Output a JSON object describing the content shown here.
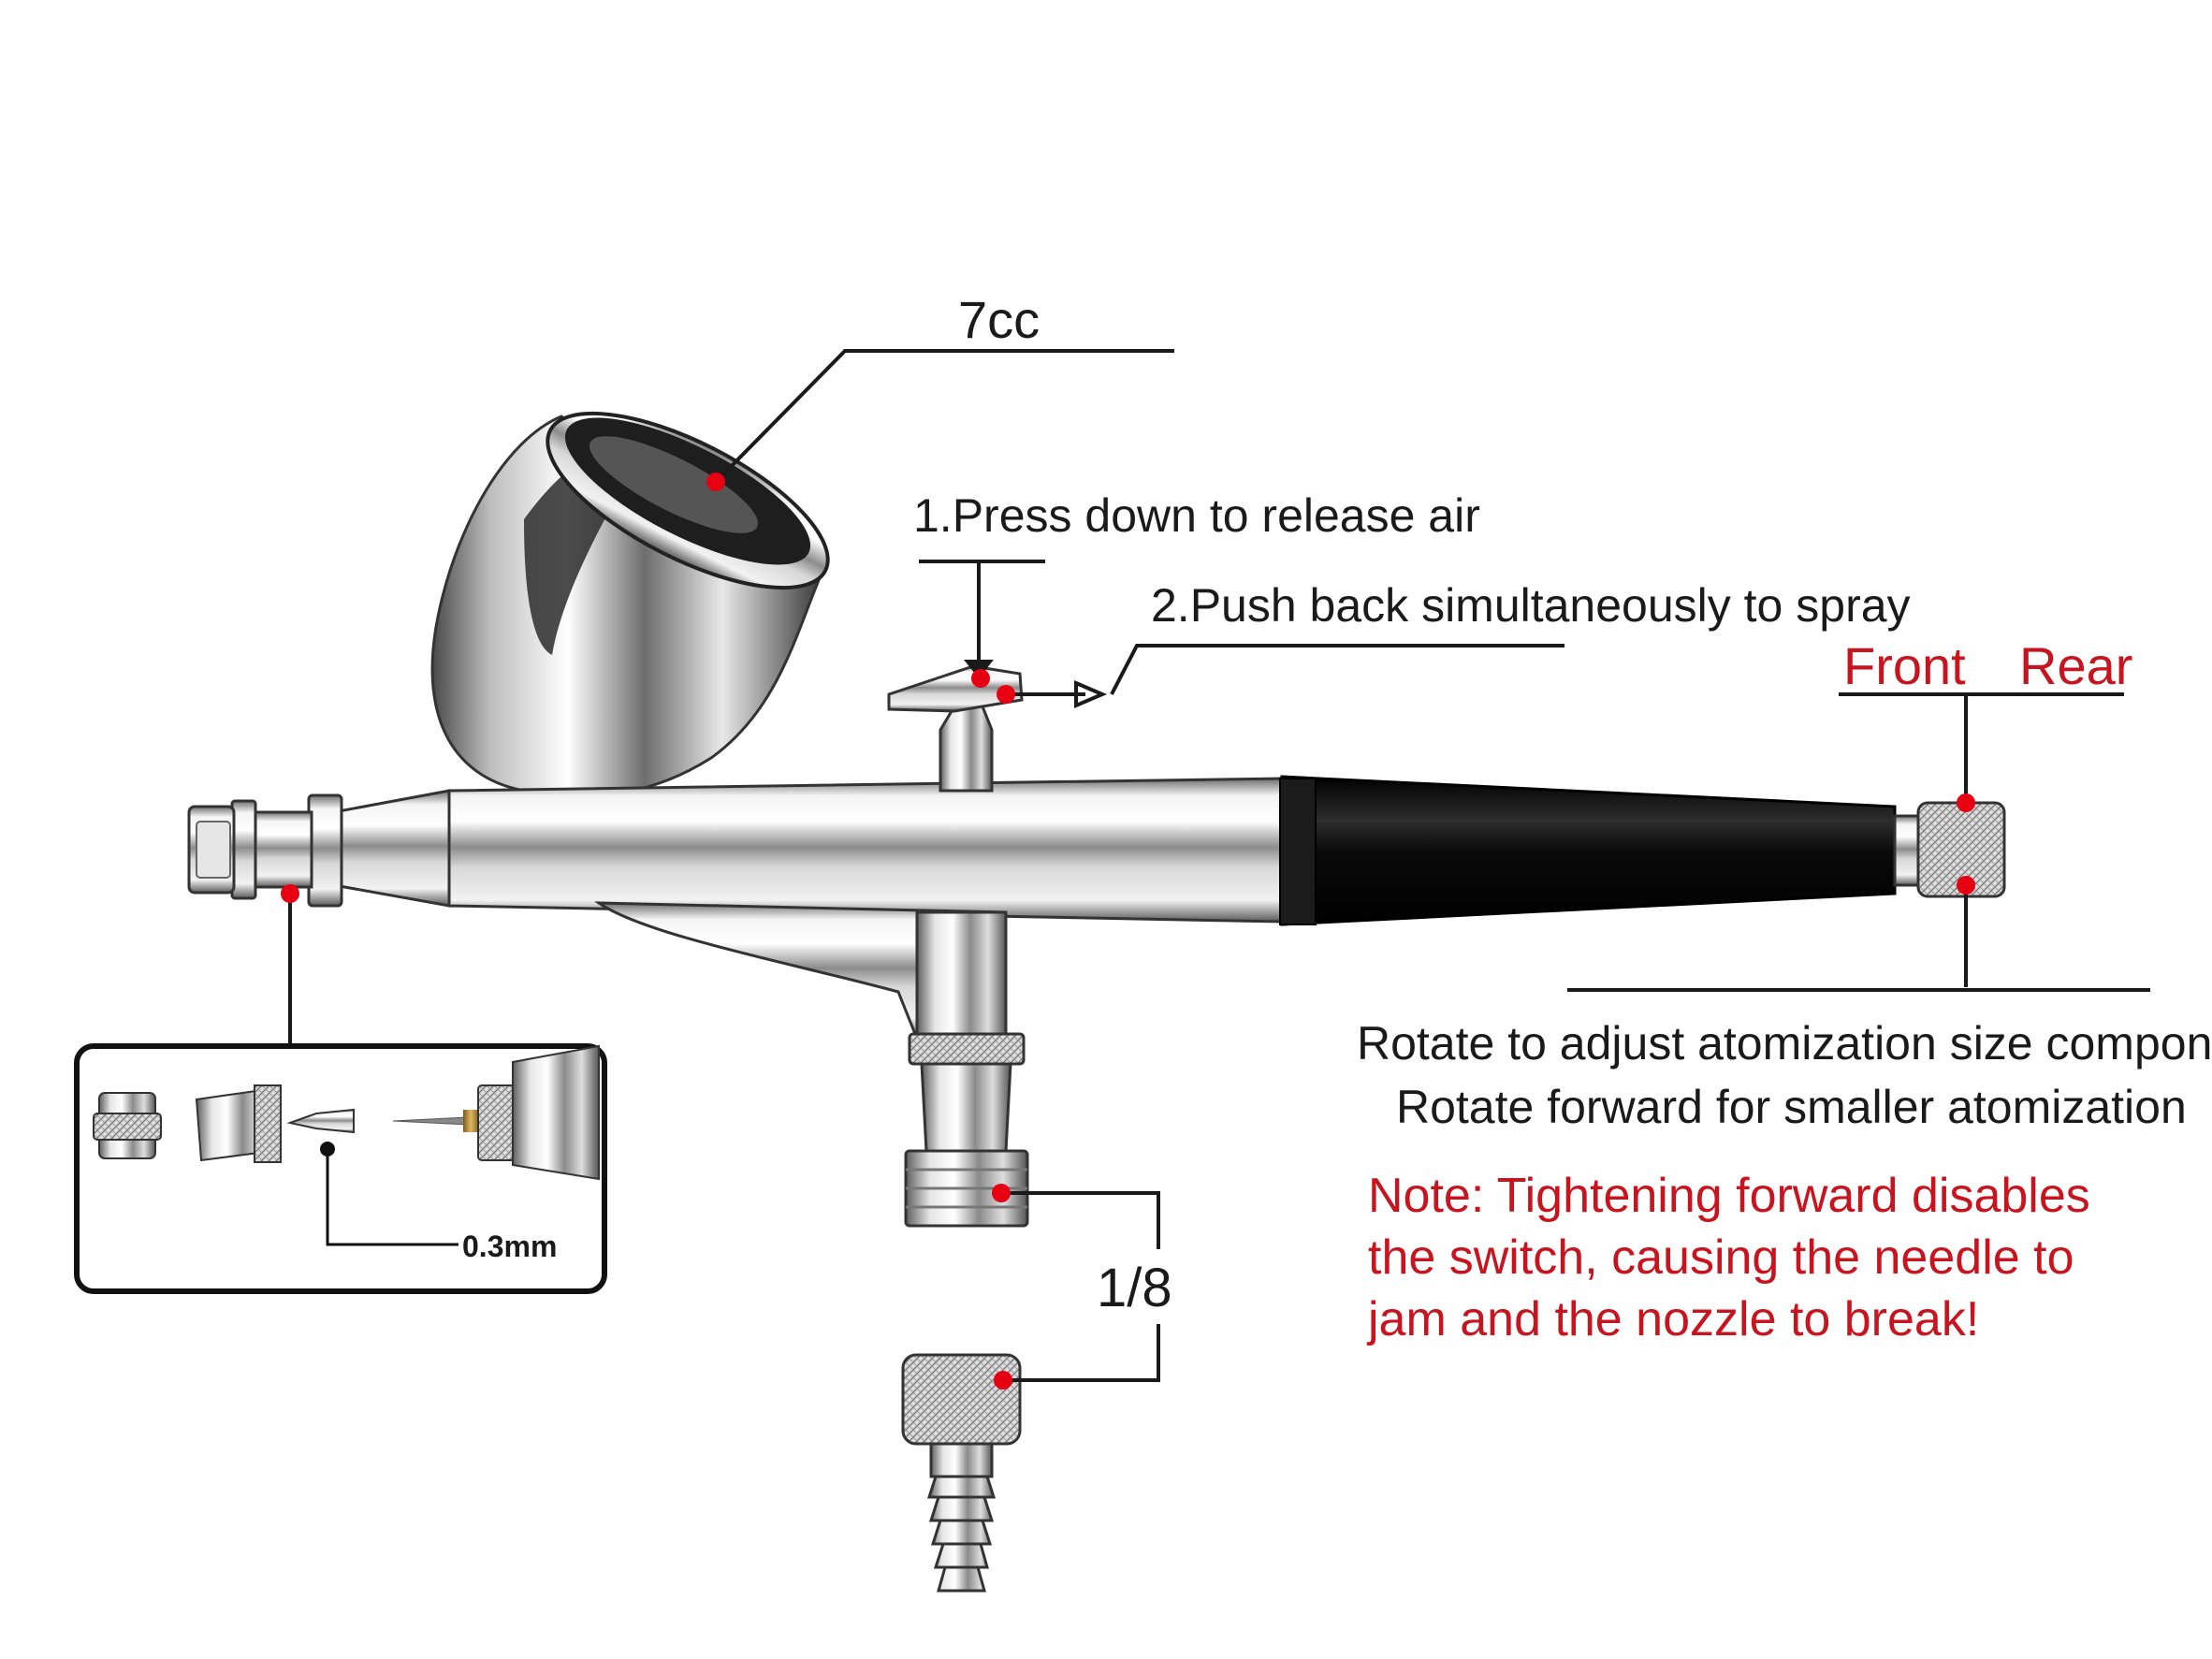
{
  "labels": {
    "capacity": "7cc",
    "step1": "1.Press down to release air",
    "step2": "2.Push back simultaneously to spray",
    "front": "Front",
    "rear": "Rear",
    "rotate_adjust": "Rotate to adjust atomization size component",
    "rotate_forward": "Rotate forward for smaller atomization",
    "note_line1": "Note: Tightening forward disables",
    "note_line2": "the switch, causing the needle to",
    "note_line3": "jam and the nozzle to break!",
    "thread_size": "1/8",
    "nozzle_size": "0.3mm"
  },
  "colors": {
    "callout_dot": "#e60012",
    "note_text": "#c8141e",
    "label_text": "#1a1a1a",
    "handle": "#111111",
    "chrome": "#c9c9c9"
  }
}
